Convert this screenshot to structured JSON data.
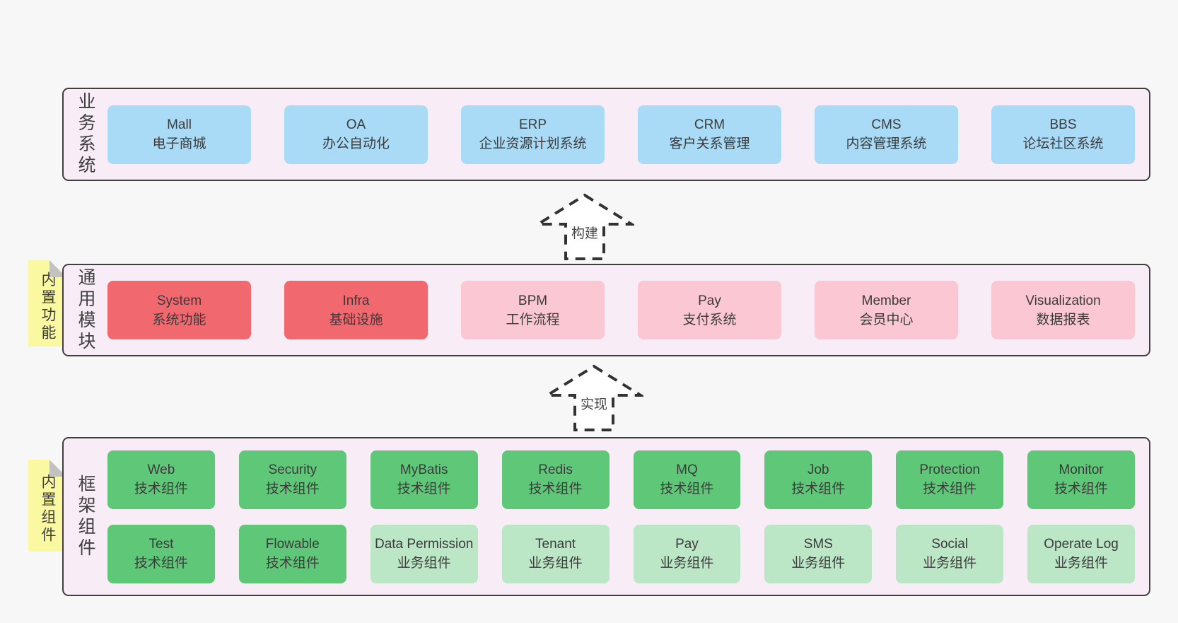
{
  "colors": {
    "page_bg": "#f7f7f7",
    "panel_bg": "#f8edf7",
    "panel_border": "#3f3f3f",
    "box_blue": "#a9dbf7",
    "box_red": "#f1686e",
    "box_pink": "#fbc7d2",
    "box_green": "#5fc878",
    "box_light_green": "#bce7c6",
    "note_yellow": "#faf8a0",
    "note_fold_gray": "#c2c2c2",
    "text": "#3b3b3b"
  },
  "arrows": [
    {
      "label": "构建"
    },
    {
      "label": "实现"
    }
  ],
  "layers": {
    "business": {
      "label": "业务系统",
      "boxes": [
        {
          "name": "Mall",
          "desc": "电子商城",
          "color": "blue"
        },
        {
          "name": "OA",
          "desc": "办公自动化",
          "color": "blue"
        },
        {
          "name": "ERP",
          "desc": "企业资源计划系统",
          "color": "blue"
        },
        {
          "name": "CRM",
          "desc": "客户关系管理",
          "color": "blue"
        },
        {
          "name": "CMS",
          "desc": "内容管理系统",
          "color": "blue"
        },
        {
          "name": "BBS",
          "desc": "论坛社区系统",
          "color": "blue"
        }
      ]
    },
    "modules": {
      "label": "通用模块",
      "note": "内置功能",
      "boxes": [
        {
          "name": "System",
          "desc": "系统功能",
          "color": "red"
        },
        {
          "name": "Infra",
          "desc": "基础设施",
          "color": "red"
        },
        {
          "name": "BPM",
          "desc": "工作流程",
          "color": "pink"
        },
        {
          "name": "Pay",
          "desc": "支付系统",
          "color": "pink"
        },
        {
          "name": "Member",
          "desc": "会员中心",
          "color": "pink"
        },
        {
          "name": "Visualization",
          "desc": "数据报表",
          "color": "pink"
        }
      ]
    },
    "components": {
      "label": "框架组件",
      "note": "内置组件",
      "rows": [
        [
          {
            "name": "Web",
            "desc": "技术组件",
            "color": "green"
          },
          {
            "name": "Security",
            "desc": "技术组件",
            "color": "green"
          },
          {
            "name": "MyBatis",
            "desc": "技术组件",
            "color": "green"
          },
          {
            "name": "Redis",
            "desc": "技术组件",
            "color": "green"
          },
          {
            "name": "MQ",
            "desc": "技术组件",
            "color": "green"
          },
          {
            "name": "Job",
            "desc": "技术组件",
            "color": "green"
          },
          {
            "name": "Protection",
            "desc": "技术组件",
            "color": "green"
          },
          {
            "name": "Monitor",
            "desc": "技术组件",
            "color": "green"
          }
        ],
        [
          {
            "name": "Test",
            "desc": "技术组件",
            "color": "green"
          },
          {
            "name": "Flowable",
            "desc": "技术组件",
            "color": "green"
          },
          {
            "name": "Data Permission",
            "desc": "业务组件",
            "color": "lightgreen"
          },
          {
            "name": "Tenant",
            "desc": "业务组件",
            "color": "lightgreen"
          },
          {
            "name": "Pay",
            "desc": "业务组件",
            "color": "lightgreen"
          },
          {
            "name": "SMS",
            "desc": "业务组件",
            "color": "lightgreen"
          },
          {
            "name": "Social",
            "desc": "业务组件",
            "color": "lightgreen"
          },
          {
            "name": "Operate Log",
            "desc": "业务组件",
            "color": "lightgreen"
          }
        ]
      ]
    }
  }
}
